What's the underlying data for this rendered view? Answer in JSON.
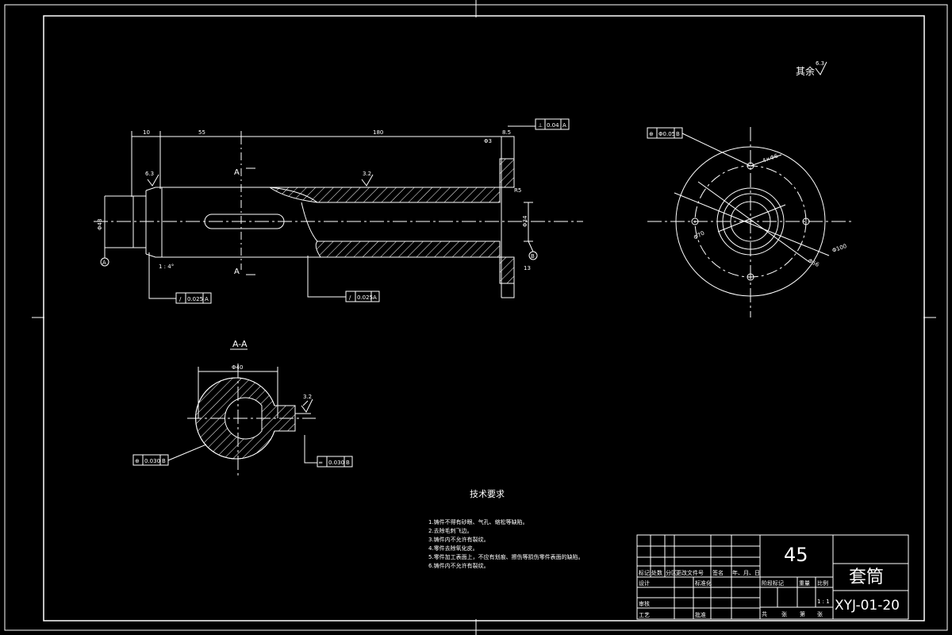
{
  "surface_note": {
    "label": "其余",
    "value": "6.3"
  },
  "dims": {
    "top_left": "10",
    "top_mid": "55",
    "top_long": "180",
    "flange_w": "8.5",
    "left_dia": "Φ48",
    "right_dia": "Φ34",
    "taper": "1 : 4°",
    "flange_r": "R5",
    "chamfer": "Φ3",
    "flange_h": "13",
    "rough_bore": "3.2",
    "rough_left": "6.3"
  },
  "datum": {
    "left": "A",
    "right": "B"
  },
  "section": {
    "marker": "A",
    "title": "A-A",
    "width": "Φ40",
    "keyway_rough": "3.2"
  },
  "tol": {
    "perp": {
      "symbol": "⊥",
      "value": "0.04",
      "ref": "A"
    },
    "runout1": {
      "symbol": "/",
      "value": "0.025",
      "ref": "A"
    },
    "runout2": {
      "symbol": "/",
      "value": "0.025",
      "ref": "A"
    },
    "pos_flange": {
      "symbol": "⊕",
      "value": "Φ0.05",
      "ref": "B"
    },
    "pos_section": {
      "symbol": "⊕",
      "value": "0.030",
      "ref": "B"
    },
    "sym_section": {
      "symbol": "═",
      "value": "0.030",
      "ref": "B"
    }
  },
  "flange_view": {
    "d1": "Φ70",
    "d2": "Φ56",
    "d3": "Φ100",
    "holes": "4×Φ6"
  },
  "tech": {
    "title": "技术要求",
    "items": [
      "1.铸件不得有砂眼、气孔、缩松等缺陷。",
      "2.去除毛刺飞边。",
      "3.铸件内不允许有裂纹。",
      "4.零件去除氧化皮。",
      "5.零件加工表面上，不应有划痕、擦伤等损伤零件表面的缺陷。",
      "6.铸件内不允许有裂纹。"
    ]
  },
  "title_block": {
    "material": "45",
    "part_name": "套筒",
    "drawing_no": "XYJ-01-20",
    "scale": "1 : 1",
    "rev_headers": [
      "标记",
      "处数",
      "分区",
      "更改文件号",
      "签名",
      "年、月、日"
    ],
    "design": "设计",
    "standard": "标准化",
    "review": "审核",
    "process": "工艺",
    "approve": "批准",
    "stage_headers": [
      "阶段标记",
      "重量",
      "比例"
    ],
    "sheet": [
      "共",
      "张",
      "第",
      "张"
    ]
  }
}
